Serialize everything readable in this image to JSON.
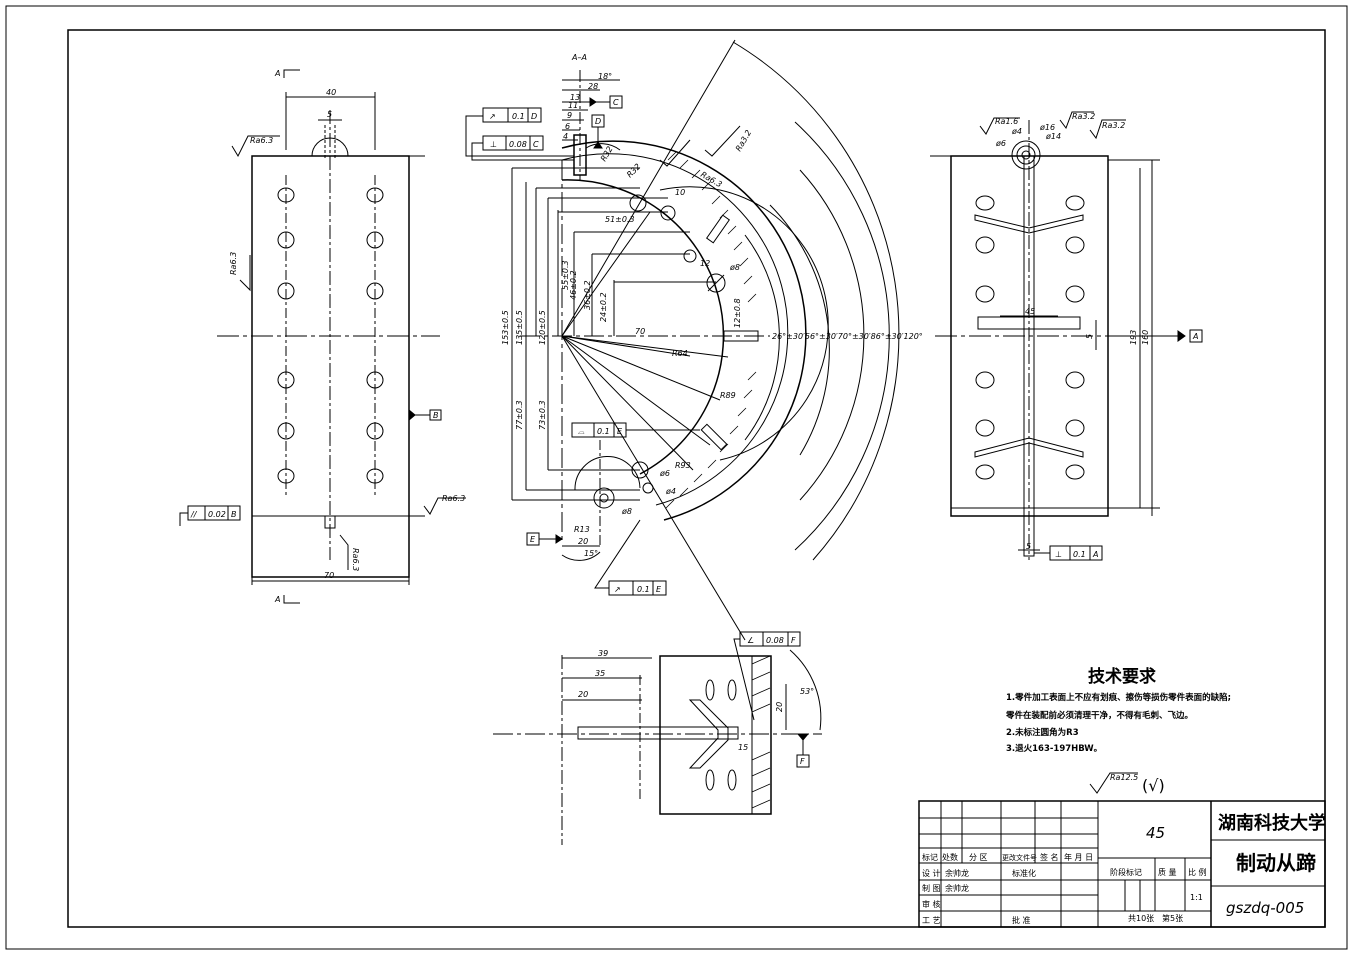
{
  "section_label": "A–A",
  "view_marks": [
    "A",
    "A"
  ],
  "datum_labels": {
    "B": "B",
    "C": "C",
    "D": "D",
    "E": "E",
    "F": "F",
    "A": "A"
  },
  "left_view": {
    "dims": {
      "top_width": "40",
      "slot": "5",
      "bottom_width": "70"
    },
    "roughness": [
      "Ra6.3",
      "Ra6.3",
      "Ra6.3",
      "Ra6.3"
    ],
    "fcf_parallel": {
      "symbol": "//",
      "tol": "0.02",
      "datum": "B"
    }
  },
  "section_view": {
    "fcf_runout_top": {
      "symbol": "↗",
      "tol": "0.1",
      "datum": "D"
    },
    "fcf_perp": {
      "symbol": "⊥",
      "tol": "0.08",
      "datum": "C"
    },
    "fcf_profile": {
      "symbol": "⌓",
      "tol": "0.1",
      "datum": "E"
    },
    "fcf_runout_bottom": {
      "symbol": "↗",
      "tol": "0.1",
      "datum": "E"
    },
    "fcf_angularity": {
      "symbol": "∠",
      "tol": "0.08",
      "datum": "F"
    },
    "dims": {
      "angle_18": "18°",
      "d28": "28",
      "d13": "13",
      "d11": "11",
      "d9": "9",
      "d6": "6",
      "d4": "4",
      "r32": "R32",
      "ra32": "Ra3.2",
      "ra63": "Ra6.3",
      "d10": "10",
      "d51": "51±0.3",
      "d12": "12",
      "phi8": "ø8",
      "v55": "55±0.3",
      "v46": "46±0.2",
      "v36": "36±0.2",
      "v24": "24±0.2",
      "v12": "12±0.8",
      "v153": "153±0.5",
      "v135": "135±0.5",
      "v120": "120±0.5",
      "v77": "77±0.3",
      "v73": "73±0.3",
      "h70": "70",
      "angles": "26°±30′56°±30′70°±30′86°±30′120°",
      "r64": "R64",
      "r89": "R89",
      "r93": "R93",
      "phi6": "ø6",
      "phi4": "ø4",
      "phi8b": "ø8",
      "r13": "R13",
      "d20": "20",
      "a15": "15°"
    }
  },
  "right_view": {
    "roughness": [
      "Ra1.6",
      "Ra3.2",
      "Ra3.2"
    ],
    "dims": {
      "phi4": "ø4",
      "phi6": "ø6",
      "phi16": "ø16",
      "phi14": "ø14",
      "d45": "45",
      "d5": "5",
      "h193": "193",
      "h160": "160",
      "d5b": "5"
    },
    "fcf_perp": {
      "symbol": "⊥",
      "tol": "0.1",
      "datum": "A"
    }
  },
  "detail_view": {
    "dims": {
      "d39": "39",
      "d35": "35",
      "d20": "20",
      "d20v": "20",
      "d15": "15",
      "angle": "53°"
    }
  },
  "tech_req": {
    "title": "技术要求",
    "items": [
      "1.零件加工表面上不应有划痕、擦伤等损伤零件表面的缺陷;",
      "零件在装配前必须清理干净，不得有毛刺、飞边。",
      "2.未标注圆角为R3",
      "3.退火163-197HBW。"
    ],
    "roughness_default": "Ra12.5",
    "roughness_other": "(√)"
  },
  "title_block": {
    "material": "45",
    "school": "湖南科技大学",
    "part_name": "制动从蹄",
    "drawing_no": "gszdq-005",
    "scale": "1:1",
    "sheets": "共10张",
    "sheet_no": "第5张",
    "headers": [
      "标记",
      "处数",
      "分 区",
      "更改文件号",
      "签 名",
      "年 月 日"
    ],
    "row_labels": [
      "设 计",
      "制 图",
      "审 核",
      "工 艺"
    ],
    "designer": "余帅龙",
    "drafter": "余帅龙",
    "standardize": "标准化",
    "approve": "批 准",
    "stage_mark": "阶段标记",
    "weight": "质 量",
    "ratio": "比 例"
  }
}
